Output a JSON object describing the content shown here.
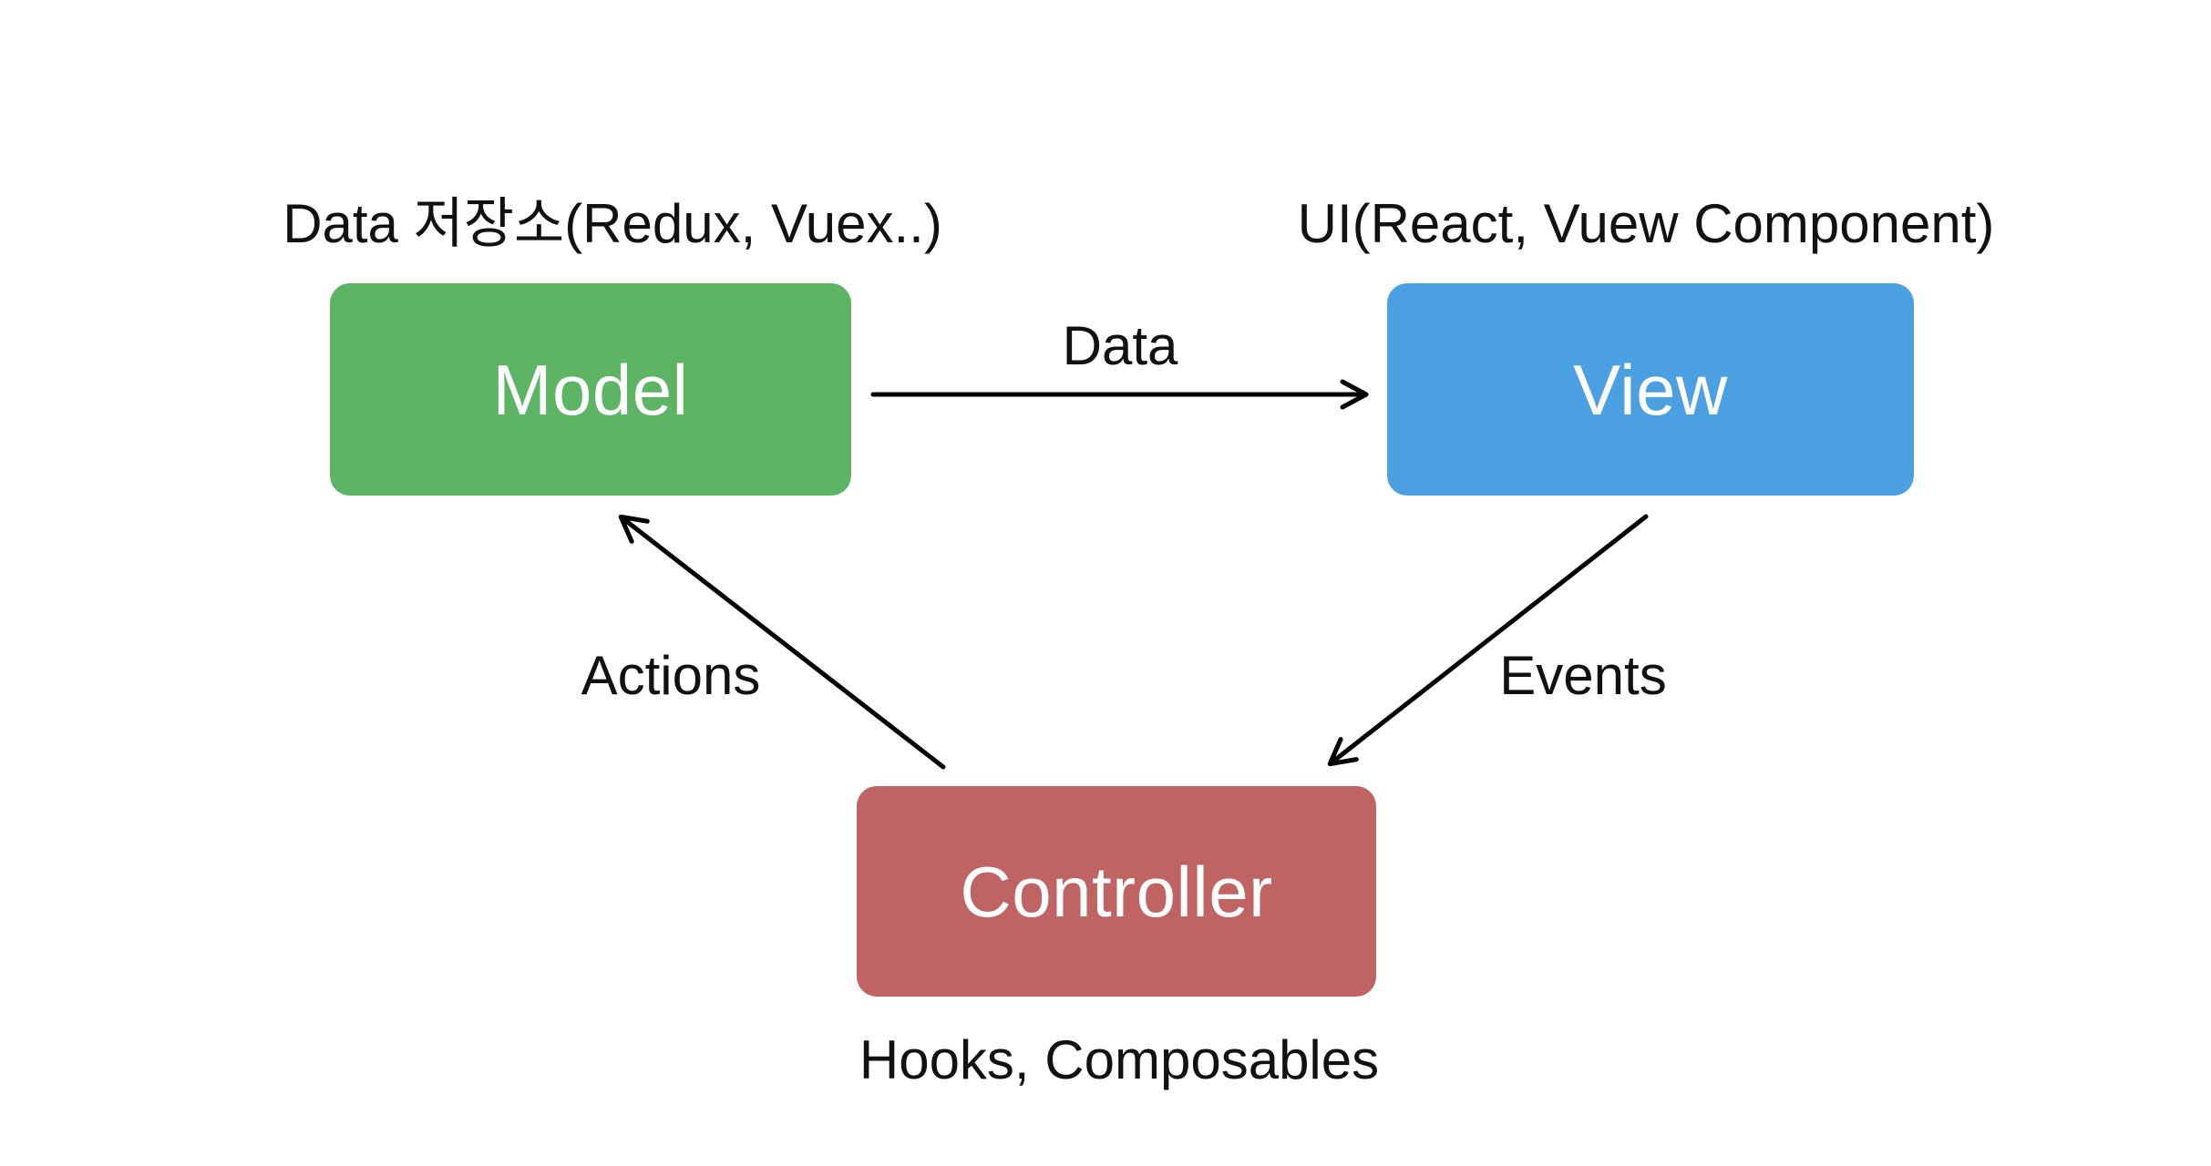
{
  "page": {
    "background": "#ffffff",
    "text_color": "#111111"
  },
  "diagram": {
    "type": "architecture-flow",
    "nodes": {
      "model": {
        "label": "Model",
        "caption": "Data 저장소(Redux, Vuex..)",
        "color": "#5cb464"
      },
      "view": {
        "label": "View",
        "caption": "UI(React, Vuew Component)",
        "color": "#4ba0e2"
      },
      "controller": {
        "label": "Controller",
        "caption": "Hooks, Composables",
        "color": "#bf6363"
      }
    },
    "edges": {
      "data": {
        "label": "Data",
        "from": "Model",
        "to": "View"
      },
      "events": {
        "label": "Events",
        "from": "View",
        "to": "Controller"
      },
      "actions": {
        "label": "Actions",
        "from": "Controller",
        "to": "Model"
      }
    },
    "edge_color": "#000000",
    "node_text_color": "#ffffff"
  }
}
